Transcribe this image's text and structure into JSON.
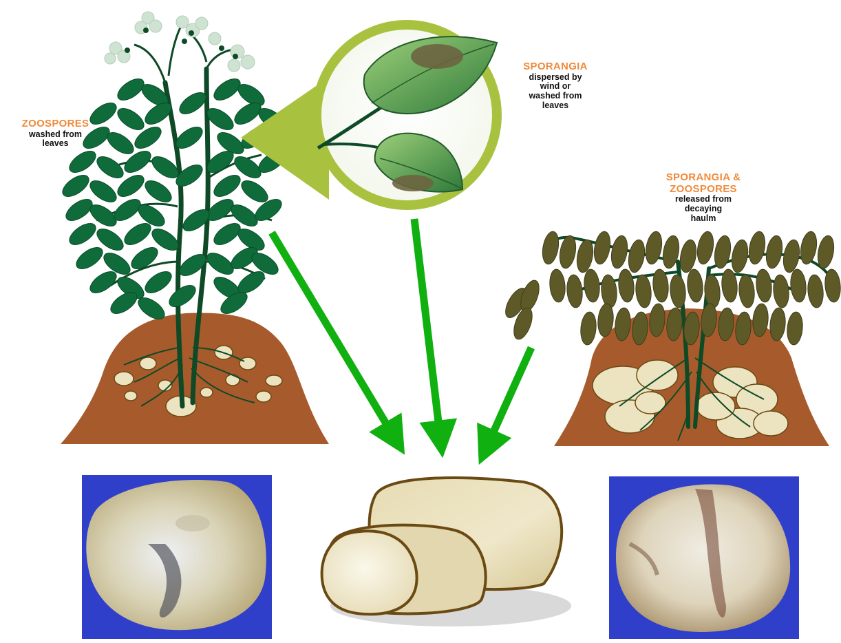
{
  "labels": {
    "zoospores": {
      "heading": "ZOOSPORES",
      "lines": [
        "washed from",
        "leaves"
      ]
    },
    "sporangia": {
      "heading": "SPORANGIA",
      "lines": [
        "dispersed by",
        "wind or",
        "washed from",
        "leaves"
      ]
    },
    "sporangia_zoospores": {
      "heading_lines": [
        "SPORANGIA &",
        "ZOOSPORES"
      ],
      "lines": [
        "released from",
        "decaying",
        "haulm"
      ]
    }
  },
  "colors": {
    "heading": "#f08a3a",
    "leaf_healthy": "#0f6b3a",
    "leaf_diseased": "#5e5a28",
    "stem": "#0e4a26",
    "soil": "#a75a2c",
    "tuber": "#ece3c0",
    "tuber_outline": "#6a4a12",
    "arrow": "#10b010",
    "inset_ring": "#a8c240",
    "photo_bg": "#2f3fc9"
  },
  "icons": {
    "healthy_plant": "healthy-potato-plant-icon",
    "leaf_inset": "infected-leaf-magnifier-icon",
    "decaying_plant": "decaying-potato-haulm-icon",
    "tubers": "potato-tubers-icon",
    "photo_left": "infected-tuber-photo-left",
    "photo_right": "infected-tuber-photo-right"
  }
}
